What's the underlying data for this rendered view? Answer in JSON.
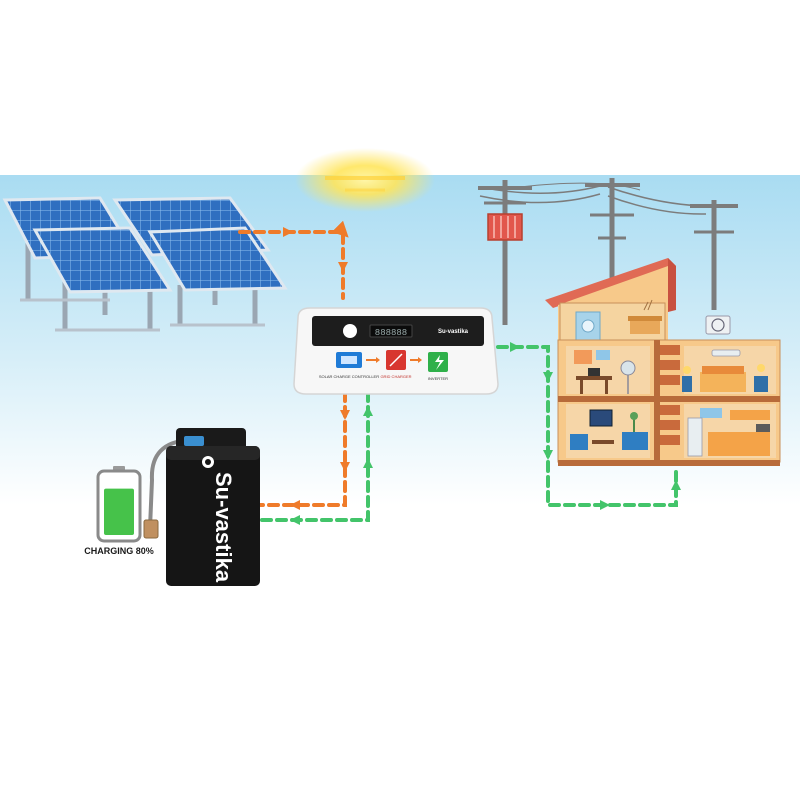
{
  "inverter": {
    "brand": "Su-vastika",
    "display": "888888",
    "module_labels": [
      "SOLAR CHARGE CONTROLLER",
      "GRID CHARGER",
      "INVERTER"
    ]
  },
  "battery": {
    "brand": "Su-vastika",
    "charge_label": "CHARGING 80%",
    "charge_level": 0.8
  },
  "colors": {
    "solar_flow": "#ef7b2a",
    "grid_flow": "#43c46a",
    "sky_top": "#a9dcf2",
    "sky_bottom": "#eef8fc",
    "house_wall": "#f7c98a",
    "roof": "#e06a55",
    "battery_fill": "#46c24a"
  }
}
